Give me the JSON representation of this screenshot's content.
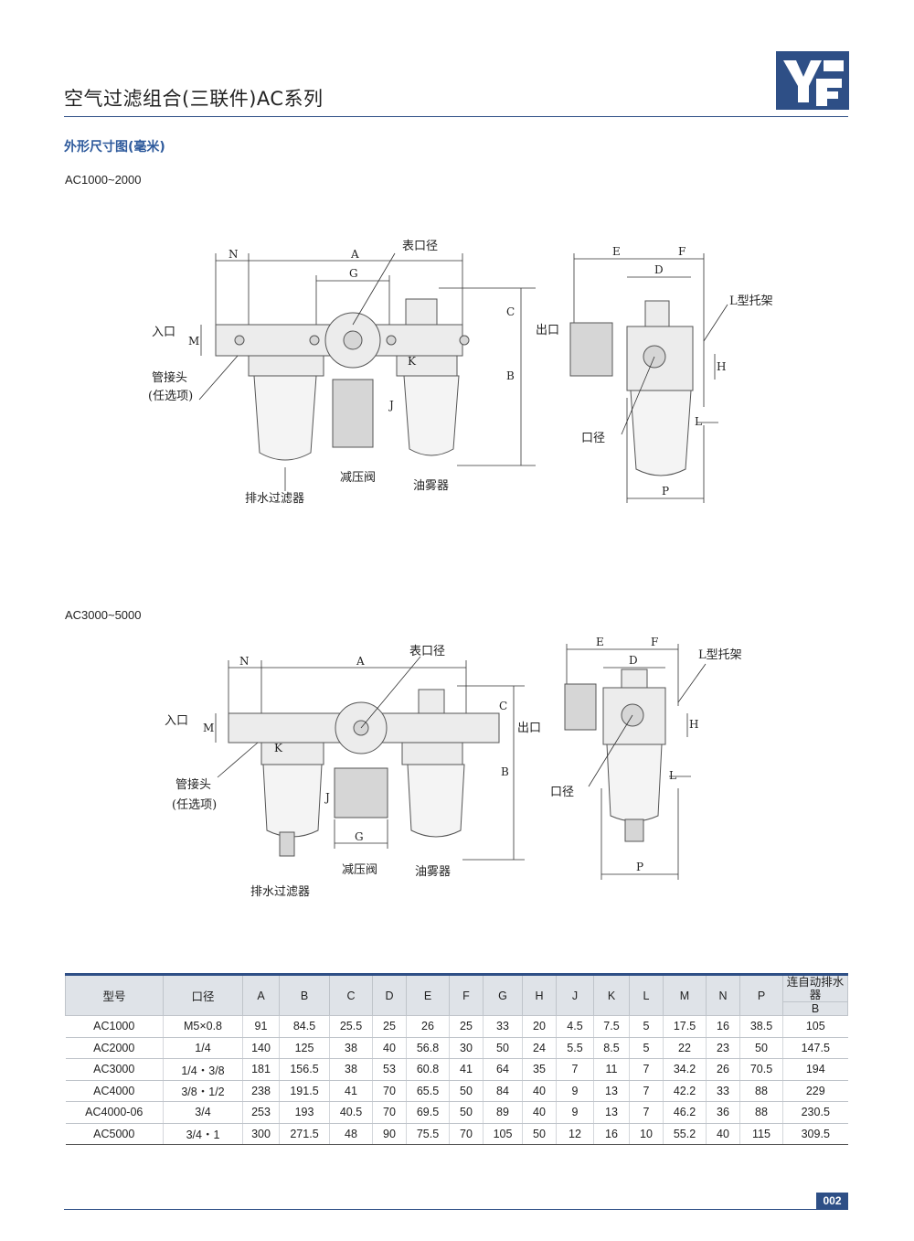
{
  "header": {
    "title": "空气过滤组合(三联件)AC系列",
    "logo_text": "YF",
    "brand_color": "#2e4f86"
  },
  "section": {
    "heading": "外形尺寸图(毫米)"
  },
  "drawing1": {
    "label": "AC1000~2000",
    "dims": {
      "N": "N",
      "A": "A",
      "G": "G",
      "C": "C",
      "M": "M",
      "B": "B",
      "K": "K",
      "J": "J",
      "E": "E",
      "F": "F",
      "D": "D",
      "H": "H",
      "L": "L",
      "P": "P"
    },
    "callouts": {
      "gauge_port": "表口径",
      "inlet": "入口",
      "outlet": "出口",
      "fitting": "管接头",
      "optional": "(任选项)",
      "regulator": "减压阀",
      "lubricator": "油雾器",
      "drain_filter": "排水过滤器",
      "bracket": "L型托架",
      "port": "口径"
    }
  },
  "drawing2": {
    "label": "AC3000~5000",
    "dims": {
      "N": "N",
      "A": "A",
      "G": "G",
      "C": "C",
      "M": "M",
      "B": "B",
      "K": "K",
      "J": "J",
      "E": "E",
      "F": "F",
      "D": "D",
      "H": "H",
      "L": "L",
      "P": "P"
    },
    "callouts": {
      "gauge_port": "表口径",
      "inlet": "入口",
      "outlet": "出口",
      "fitting": "管接头",
      "optional": "(任选项)",
      "regulator": "减压阀",
      "lubricator": "油雾器",
      "drain_filter": "排水过滤器",
      "bracket": "L型托架",
      "port": "口径"
    }
  },
  "table": {
    "headers": [
      "型号",
      "口径",
      "A",
      "B",
      "C",
      "D",
      "E",
      "F",
      "G",
      "H",
      "J",
      "K",
      "L",
      "M",
      "N",
      "P"
    ],
    "last_header_top": "连自动排水器",
    "last_header_bottom": "B",
    "rows": [
      [
        "AC1000",
        "M5×0.8",
        "91",
        "84.5",
        "25.5",
        "25",
        "26",
        "25",
        "33",
        "20",
        "4.5",
        "7.5",
        "5",
        "17.5",
        "16",
        "38.5",
        "105"
      ],
      [
        "AC2000",
        "1/4",
        "140",
        "125",
        "38",
        "40",
        "56.8",
        "30",
        "50",
        "24",
        "5.5",
        "8.5",
        "5",
        "22",
        "23",
        "50",
        "147.5"
      ],
      [
        "AC3000",
        "1/4・3/8",
        "181",
        "156.5",
        "38",
        "53",
        "60.8",
        "41",
        "64",
        "35",
        "7",
        "11",
        "7",
        "34.2",
        "26",
        "70.5",
        "194"
      ],
      [
        "AC4000",
        "3/8・1/2",
        "238",
        "191.5",
        "41",
        "70",
        "65.5",
        "50",
        "84",
        "40",
        "9",
        "13",
        "7",
        "42.2",
        "33",
        "88",
        "229"
      ],
      [
        "AC4000-06",
        "3/4",
        "253",
        "193",
        "40.5",
        "70",
        "69.5",
        "50",
        "89",
        "40",
        "9",
        "13",
        "7",
        "46.2",
        "36",
        "88",
        "230.5"
      ],
      [
        "AC5000",
        "3/4・1",
        "300",
        "271.5",
        "48",
        "90",
        "75.5",
        "70",
        "105",
        "50",
        "12",
        "16",
        "10",
        "55.2",
        "40",
        "115",
        "309.5"
      ]
    ]
  },
  "footer": {
    "page_number": "002"
  }
}
